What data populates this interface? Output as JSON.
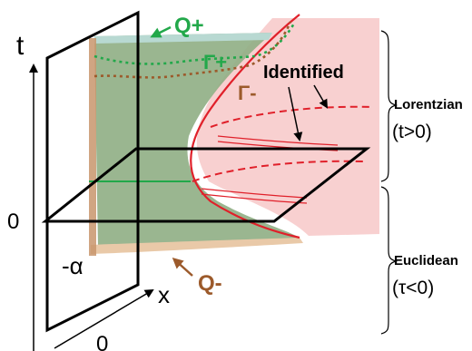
{
  "labels": {
    "t_axis": "t",
    "zero_vertical": "0",
    "neg_alpha": "-α",
    "x_axis": "x",
    "zero_horizontal": "0",
    "q_plus": "Q+",
    "q_minus": "Q-",
    "gamma_plus": "Γ+",
    "gamma_minus": "Γ-",
    "identified": "Identified",
    "lorentzian": "Lorentzian",
    "lorentzian_condition": "(t>0)",
    "euclidean": "Euclidean",
    "euclidean_condition": "(τ<0)"
  },
  "colors": {
    "green_region": "#8fae84",
    "pink_region": "#f8d0d0",
    "red_curve": "#e0202a",
    "q_plus_green": "#22a84a",
    "gamma_minus_brown": "#9c5a2b",
    "q_minus_brown": "#9c5a2b",
    "teal_band": "#b8d9d2",
    "beige_band": "#e9c9a8",
    "black": "#000000"
  }
}
